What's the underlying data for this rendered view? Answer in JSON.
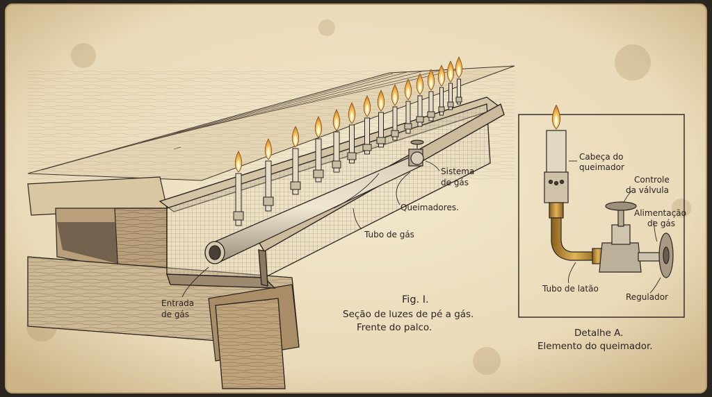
{
  "figure": {
    "number": "Fig. I.",
    "caption_line1": "Seção de luzes de pé a gás.",
    "caption_line2": "Frente do palco."
  },
  "main_labels": {
    "sistema_1": "Sistema",
    "sistema_2": "de gás",
    "queimadores": "Queimadores.",
    "tubo_gas": "Tubo de gás",
    "entrada_1": "Entrada",
    "entrada_2": "de gás"
  },
  "detail": {
    "title_line1": "Detalhe A.",
    "title_line2": "Elemento do queimador.",
    "cabeca_1": "Cabeça do",
    "cabeca_2": "queimador",
    "controle_1": "Controle",
    "controle_2": "da válvula",
    "alimentacao_1": "Alimentação",
    "alimentacao_2": "de gás",
    "tubo_latao": "Tubo de latão",
    "regulador": "Regulador"
  },
  "colors": {
    "paper": "#efe3c8",
    "ink": "#2b2420",
    "flame": "#f4c25a",
    "brass": "#c9963a"
  }
}
